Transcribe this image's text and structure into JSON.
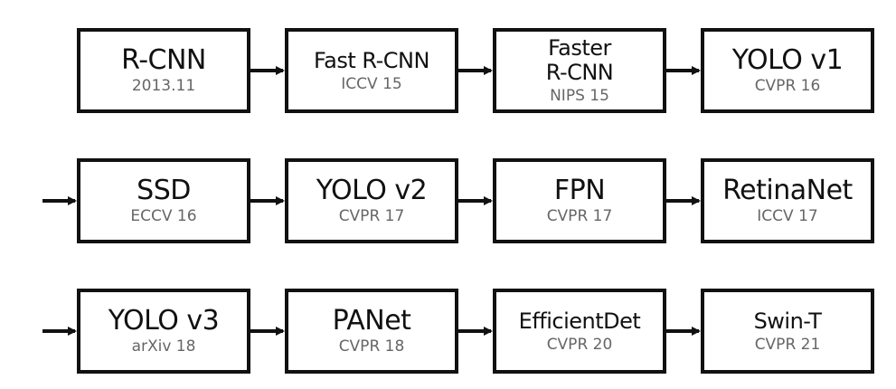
{
  "nodes": [
    {
      "title": "R-CNN",
      "sub": "2013.11"
    },
    {
      "title": "Fast R-CNN",
      "sub": "ICCV 15"
    },
    {
      "title": "Faster\nR-CNN",
      "sub": "NIPS 15"
    },
    {
      "title": "YOLO v1",
      "sub": "CVPR 16"
    },
    {
      "title": "SSD",
      "sub": "ECCV 16"
    },
    {
      "title": "YOLO v2",
      "sub": "CVPR 17"
    },
    {
      "title": "FPN",
      "sub": "CVPR 17"
    },
    {
      "title": "RetinaNet",
      "sub": "ICCV 17"
    },
    {
      "title": "YOLO v3",
      "sub": "arXiv 18"
    },
    {
      "title": "PANet",
      "sub": "CVPR 18"
    },
    {
      "title": "EfficientDet",
      "sub": "CVPR 20"
    },
    {
      "title": "Swin-T",
      "sub": "CVPR 21"
    }
  ]
}
